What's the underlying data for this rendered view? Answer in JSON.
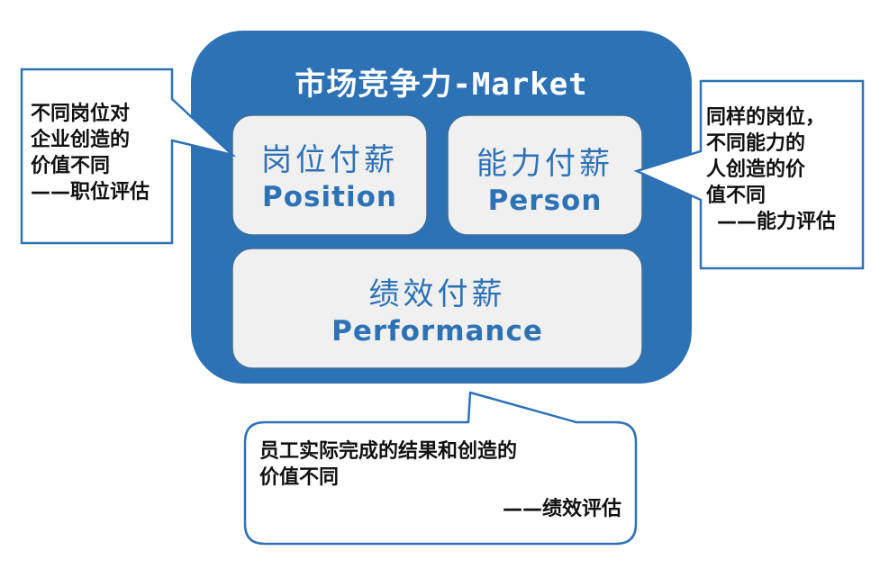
{
  "market": {
    "title": "市场竞争力-Market"
  },
  "position": {
    "cn": "岗位付薪",
    "en": "Position"
  },
  "person": {
    "cn": "能力付薪",
    "en": "Person"
  },
  "performance": {
    "cn": "绩效付薪",
    "en": "Performance"
  },
  "left_callout": {
    "lines": [
      "不同岗位对",
      "企业创造的",
      "价值不同",
      "——职位评估"
    ]
  },
  "right_callout": {
    "lines": [
      "同样的岗位，",
      "不同能力的",
      "人创造的价",
      "值不同",
      "——能力评估"
    ]
  },
  "bottom_callout": {
    "lines": [
      "员工实际完成的结果和创造的",
      "价值不同"
    ],
    "attribution": "——绩效评估"
  },
  "colors": {
    "outer": "#2e72b6",
    "card": "#f0f0f0",
    "card_text": "#2e72b6",
    "callout_border": "#2e72b6"
  }
}
